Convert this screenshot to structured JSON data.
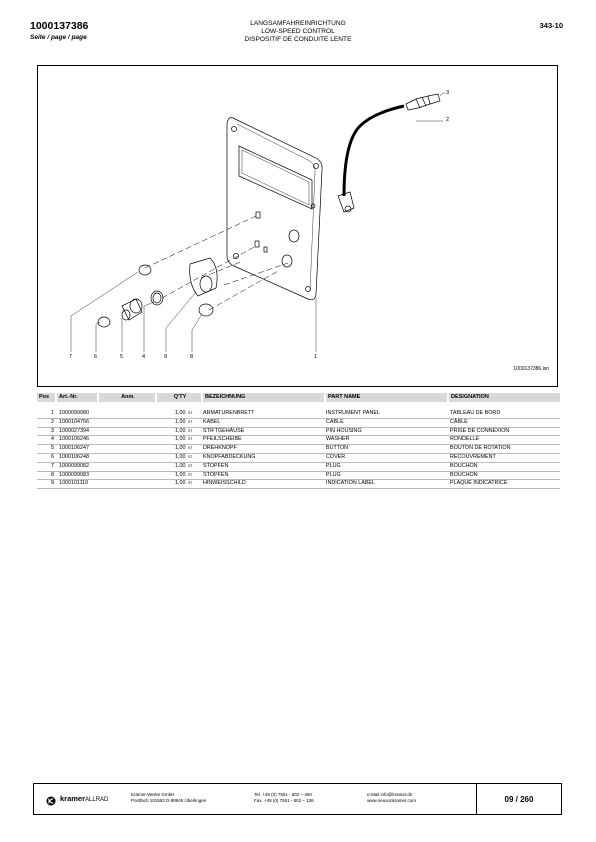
{
  "header": {
    "doc_number": "1000137386",
    "page_label": "Seite / page / page",
    "title_de": "LANGSAMFAHREINRICHTUNG",
    "title_en": "LOW-SPEED CONTROL",
    "title_fr": "DISPOSITIF DE CONDUITE LENTE",
    "section_code": "343-10"
  },
  "drawing": {
    "reference": "1000137386.iso",
    "callouts": [
      "3",
      "2",
      "7",
      "6",
      "5",
      "4",
      "9",
      "8",
      "1"
    ],
    "colors": {
      "line": "#000000",
      "cable": "#000000"
    }
  },
  "table": {
    "headers": {
      "pos": "Pos",
      "art": "Art.-Nr.",
      "anm": "Anm.",
      "qty": "Q'TY",
      "de": "BEZEICHNUNG",
      "en": "PART NAME",
      "fr": "DESIGNATION"
    },
    "rows": [
      {
        "pos": "1",
        "art": "1000099080",
        "qty": "1,00",
        "unit": "ST",
        "de": "ARMATURENBRETT",
        "en": "INSTRUMENT PANEL",
        "fr": "TABLEAU DE BORD"
      },
      {
        "pos": "2",
        "art": "1000104756",
        "qty": "1,00",
        "unit": "ST",
        "de": "KABEL",
        "en": "CABLE",
        "fr": "CÂBLE"
      },
      {
        "pos": "3",
        "art": "1000027394",
        "qty": "1,00",
        "unit": "ST",
        "de": "STIFTGEHÄUSE",
        "en": "PIN HOUSING",
        "fr": "PRISE DE CONNEXION"
      },
      {
        "pos": "4",
        "art": "1000106246",
        "qty": "1,00",
        "unit": "ST",
        "de": "PFEILSCHEIBE",
        "en": "WASHER",
        "fr": "RONDELLE"
      },
      {
        "pos": "5",
        "art": "1000106247",
        "qty": "1,00",
        "unit": "ST",
        "de": "DREHKNOPF",
        "en": "BUTTON",
        "fr": "BOUTON DE ROTATION"
      },
      {
        "pos": "6",
        "art": "1000106248",
        "qty": "1,00",
        "unit": "ST",
        "de": "KNOPFABDECKUNG",
        "en": "COVER",
        "fr": "RECOUVREMENT"
      },
      {
        "pos": "7",
        "art": "1000099082",
        "qty": "1,00",
        "unit": "ST",
        "de": "STOPFEN",
        "en": "PLUG",
        "fr": "BOUCHON"
      },
      {
        "pos": "8",
        "art": "1000099083",
        "qty": "1,00",
        "unit": "ST",
        "de": "STOPFEN",
        "en": "PLUG",
        "fr": "BOUCHON"
      },
      {
        "pos": "9",
        "art": "1000101110",
        "qty": "1,00",
        "unit": "ST",
        "de": "HINWEISSCHILD",
        "en": "INDICATION LABEL",
        "fr": "PLAQUE INDICATRICE"
      }
    ]
  },
  "footer": {
    "brand": "kramer",
    "brand_sub": "ALLRAD",
    "company_line1": "Kramer-Werke GmbH",
    "company_line2": "Postfach 101563 D-88645 Überlingen",
    "phone": "Tel. +49 (0) 7551 - 802 – 450",
    "fax": "Fax. +49 (0) 7551 - 802 – 136",
    "email": "e-Mail info@kramer.de",
    "web": "www.neusonkramer.com",
    "page": "09 / 260"
  }
}
